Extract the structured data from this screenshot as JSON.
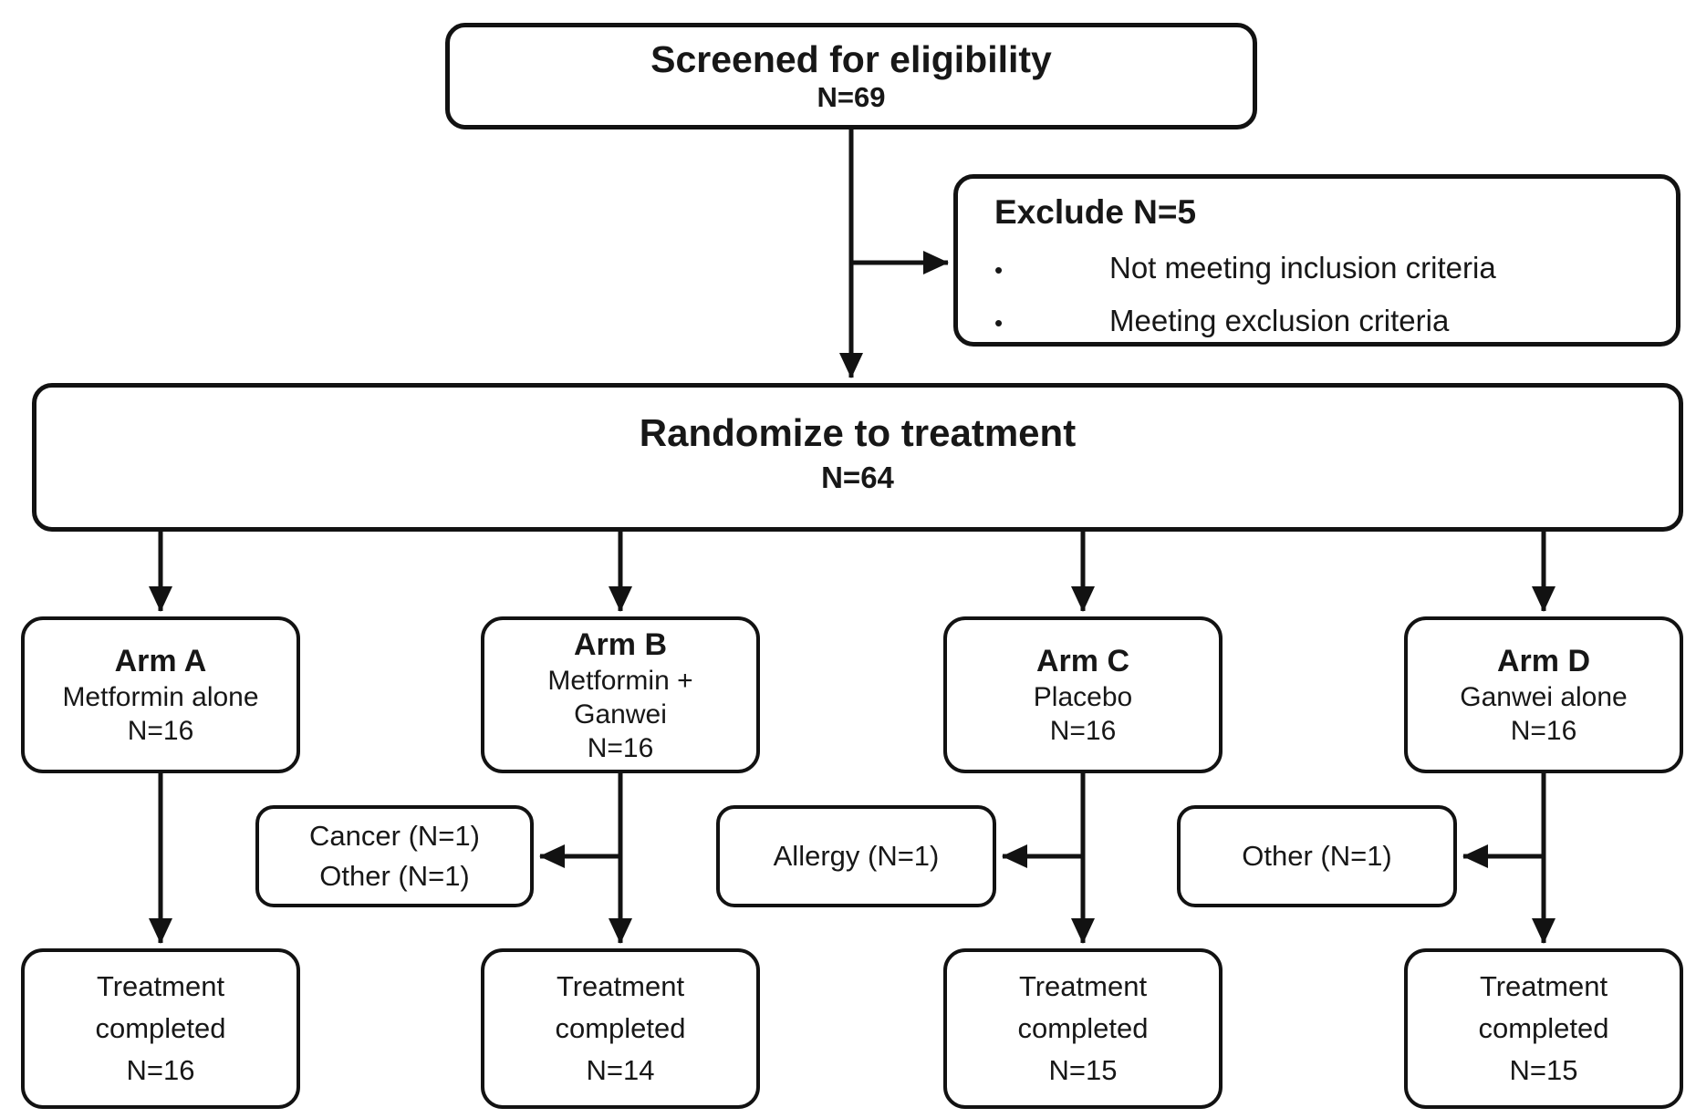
{
  "bullet_glyph": "•",
  "screened": {
    "title": "Screened for eligibility",
    "n": "N=69"
  },
  "exclude": {
    "title": "Exclude N=5",
    "bullets": [
      "Not meeting inclusion criteria",
      "Meeting exclusion criteria"
    ]
  },
  "randomize": {
    "title": "Randomize to treatment",
    "n": "N=64"
  },
  "arms": [
    {
      "title": "Arm A",
      "line1": "Metformin alone",
      "n": "N=16"
    },
    {
      "title": "Arm B",
      "line1": "Metformin +",
      "line2": "Ganwei",
      "n": "N=16"
    },
    {
      "title": "Arm C",
      "line1": "Placebo",
      "n": "N=16"
    },
    {
      "title": "Arm D",
      "line1": "Ganwei alone",
      "n": "N=16"
    }
  ],
  "dropouts": [
    {
      "line1": "Cancer (N=1)",
      "line2": "Other (N=1)"
    },
    {
      "line1": "Allergy (N=1)"
    },
    {
      "line1": "Other (N=1)"
    }
  ],
  "completed": [
    {
      "line1": "Treatment",
      "line2": "completed",
      "n": "N=16"
    },
    {
      "line1": "Treatment",
      "line2": "completed",
      "n": "N=14"
    },
    {
      "line1": "Treatment",
      "line2": "completed",
      "n": "N=15"
    },
    {
      "line1": "Treatment",
      "line2": "completed",
      "n": "N=15"
    }
  ],
  "colors": {
    "line": "#121212",
    "box_bg": "#ffffff",
    "text": "#171717"
  }
}
